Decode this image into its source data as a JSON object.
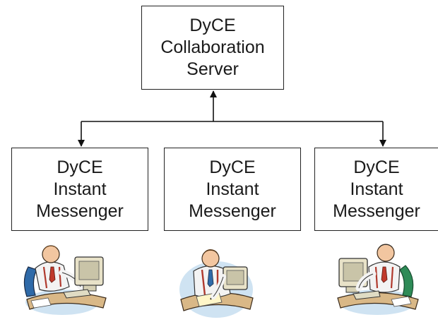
{
  "server": {
    "lines": [
      "DyCE",
      "Collaboration",
      "Server"
    ]
  },
  "clients": [
    {
      "lines": [
        "DyCE",
        "Instant",
        "Messenger"
      ]
    },
    {
      "lines": [
        "DyCE",
        "Instant",
        "Messenger"
      ]
    },
    {
      "lines": [
        "DyCE",
        "Instant",
        "Messenger"
      ]
    }
  ],
  "icons": {
    "person_at_computer": "person-at-computer-icon",
    "person_writing": "person-writing-icon"
  },
  "colors": {
    "border": "#222222",
    "text": "#1a1a1a",
    "arrow": "#111111"
  }
}
